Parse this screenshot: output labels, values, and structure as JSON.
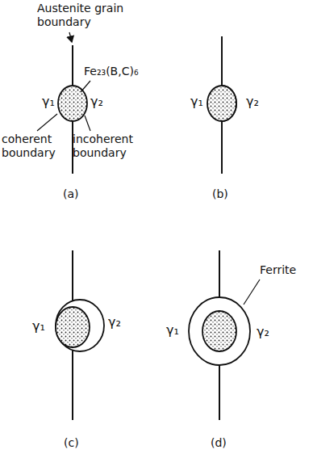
{
  "diagram": {
    "labels": [
      "Austenite grain boundary",
      "Fe₂₃(B,C)₆",
      "γ₁",
      "γ₂",
      "coherent boundary",
      "incoherent boundary",
      "(a)",
      "γ₁",
      "γ₂",
      "(b)",
      "γ₁",
      "γ₂",
      "(c)",
      "γ₁",
      "γ₂",
      "Ferrite",
      "(d)"
    ]
  }
}
